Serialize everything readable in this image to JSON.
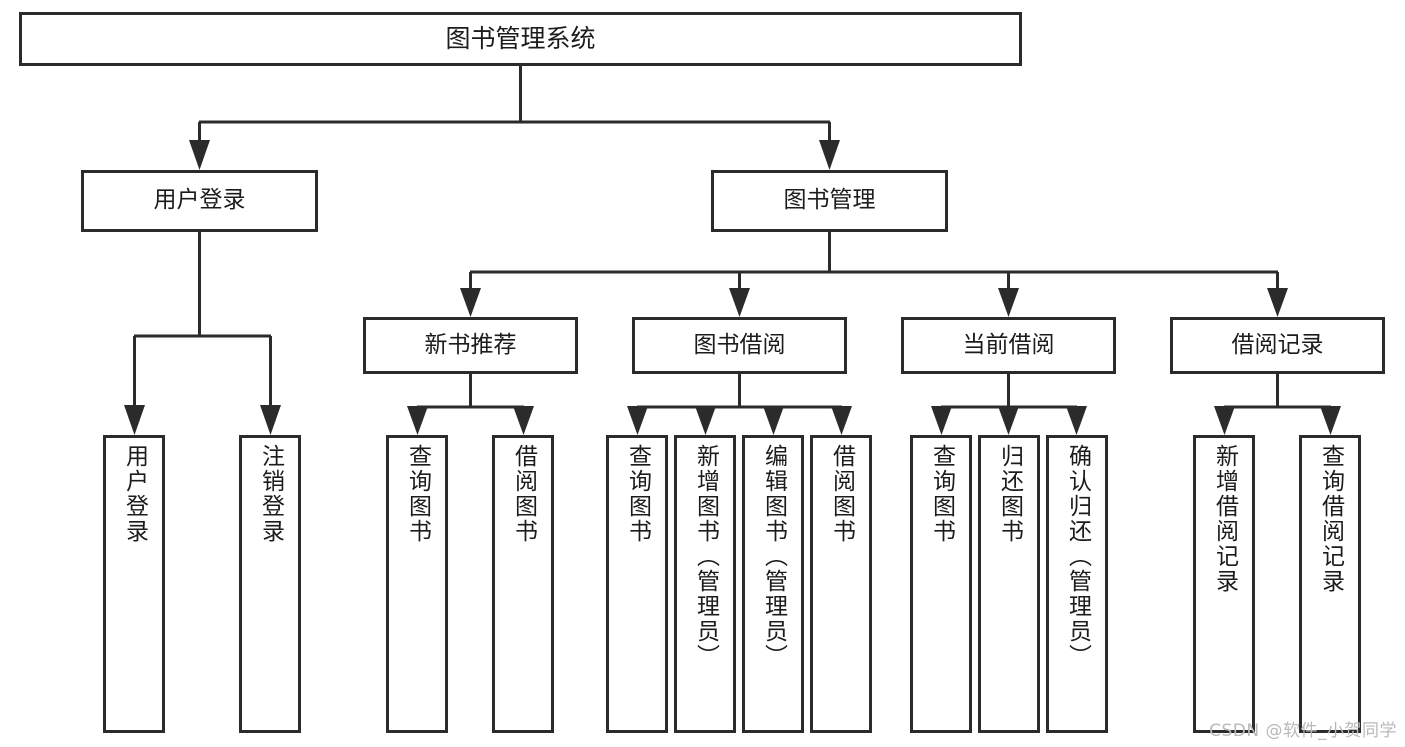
{
  "diagram": {
    "title": "图书管理系统",
    "type": "function-structure-tree",
    "root": {
      "label": "图书管理系统"
    },
    "level1": [
      {
        "id": "user-login",
        "label": "用户登录"
      },
      {
        "id": "book-manage",
        "label": "图书管理"
      }
    ],
    "level2": [
      {
        "id": "new-book-recommend",
        "label": "新书推荐"
      },
      {
        "id": "book-borrow",
        "label": "图书借阅"
      },
      {
        "id": "current-borrow",
        "label": "当前借阅"
      },
      {
        "id": "borrow-record",
        "label": "借阅记录"
      }
    ],
    "leaves": {
      "user_login": [
        {
          "id": "leaf-user-login",
          "label": "用户登录"
        },
        {
          "id": "leaf-user-logout",
          "label": "注销登录"
        }
      ],
      "new_book_recommend": [
        {
          "id": "leaf-query-book-1",
          "label": "查询图书"
        },
        {
          "id": "leaf-borrow-book-1",
          "label": "借阅图书"
        }
      ],
      "book_borrow": [
        {
          "id": "leaf-query-book-2",
          "label": "查询图书"
        },
        {
          "id": "leaf-add-book",
          "label": "新增图书（管理员）"
        },
        {
          "id": "leaf-edit-book",
          "label": "编辑图书（管理员）"
        },
        {
          "id": "leaf-borrow-book-2",
          "label": "借阅图书"
        }
      ],
      "current_borrow": [
        {
          "id": "leaf-query-book-3",
          "label": "查询图书"
        },
        {
          "id": "leaf-return-book",
          "label": "归还图书"
        },
        {
          "id": "leaf-confirm-return",
          "label": "确认归还（管理员）"
        }
      ],
      "borrow_record": [
        {
          "id": "leaf-add-record",
          "label": "新增借阅记录"
        },
        {
          "id": "leaf-query-record",
          "label": "查询借阅记录"
        }
      ]
    }
  },
  "watermark": {
    "text": "CSDN @软件_小贺同学"
  },
  "colors": {
    "stroke": "#2b2b2b",
    "fill": "#ffffff",
    "text": "#1c1c1c",
    "watermark": "#b9b9b9"
  }
}
